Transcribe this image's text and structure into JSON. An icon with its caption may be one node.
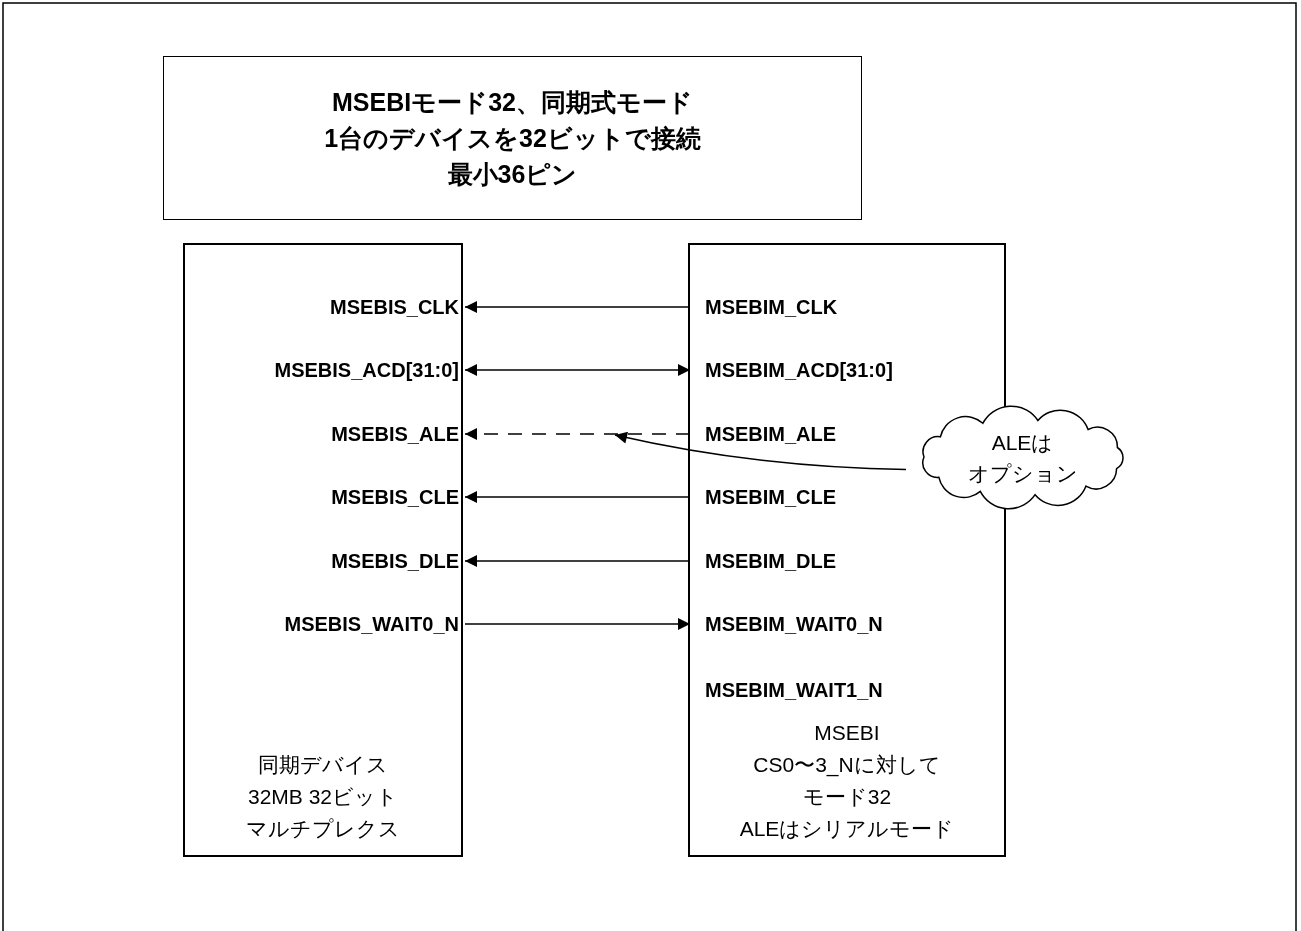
{
  "diagram": {
    "nodes": [
      {
        "text": [
          "MSEBIモード32、同期式モード",
          "1台のデバイスを32ビットで接続",
          "最小36ピン"
        ]
      },
      {
        "text": [
          "同期デバイス",
          "32MB 32ビット",
          "マルチプレクス"
        ]
      },
      {
        "text": [
          "MSEBI",
          "CS0〜3_Nに対して",
          "モード32",
          "ALEはシリアルモード"
        ]
      },
      {
        "text": [
          "MSEBIS_CLK"
        ],
        "in": 1
      },
      {
        "text": [
          "MSEBIS_ACD[31:0]"
        ],
        "in": 1
      },
      {
        "text": [
          "MSEBIS_ALE"
        ],
        "in": 1
      },
      {
        "text": [
          "MSEBIS_CLE"
        ],
        "in": 1
      },
      {
        "text": [
          "MSEBIS_DLE"
        ],
        "in": 1
      },
      {
        "text": [
          "MSEBIS_WAIT0_N"
        ],
        "in": 1
      },
      {
        "text": [
          "MSEBIM_CLK"
        ],
        "in": 2
      },
      {
        "text": [
          "MSEBIM_ACD[31:0]"
        ],
        "in": 2
      },
      {
        "text": [
          "MSEBIM_ALE"
        ],
        "in": 2
      },
      {
        "text": [
          "MSEBIM_CLE"
        ],
        "in": 2
      },
      {
        "text": [
          "MSEBIM_DLE"
        ],
        "in": 2
      },
      {
        "text": [
          "MSEBIM_WAIT0_N"
        ],
        "in": 2
      },
      {
        "text": [
          "MSEBIM_WAIT1_N"
        ],
        "in": 2
      },
      {
        "text": [
          "ALEは",
          "オプション"
        ]
      }
    ],
    "edges": [
      {
        "from": 9,
        "to": 3,
        "arrow": "to"
      },
      {
        "from": 10,
        "to": 4,
        "arrow": "both"
      },
      {
        "from": 11,
        "to": 5,
        "arrow": "to",
        "style": "dashed"
      },
      {
        "from": 12,
        "to": 6,
        "arrow": "to"
      },
      {
        "from": 13,
        "to": 7,
        "arrow": "to"
      },
      {
        "from": 8,
        "to": 14,
        "arrow": "to"
      },
      {
        "from": 16,
        "to": null,
        "arrow": "to"
      }
    ]
  }
}
